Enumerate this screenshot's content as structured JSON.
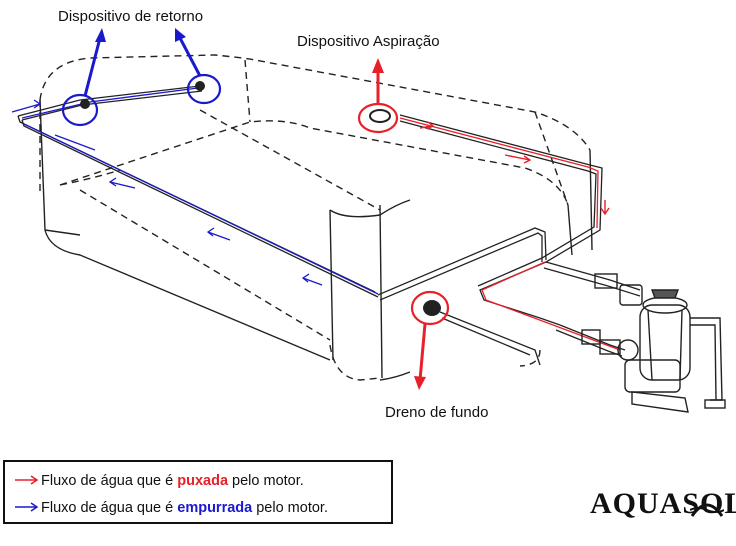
{
  "labels": {
    "retorno": "Dispositivo de retorno",
    "aspiracao": "Dispositivo Aspiração",
    "dreno": "Dreno de fundo"
  },
  "legend": {
    "pulled": {
      "prefix": "Fluxo de água que é ",
      "emphasis": "puxada",
      "suffix": " pelo motor.",
      "color": "#e8202a"
    },
    "pushed": {
      "prefix": "Fluxo de água que é ",
      "emphasis": "empurrada",
      "suffix": " pelo motor.",
      "color": "#1a1acc"
    }
  },
  "logo": {
    "text": "AQUASOL"
  },
  "colors": {
    "red": "#e8202a",
    "blue": "#1a1acc",
    "line": "#222222"
  }
}
